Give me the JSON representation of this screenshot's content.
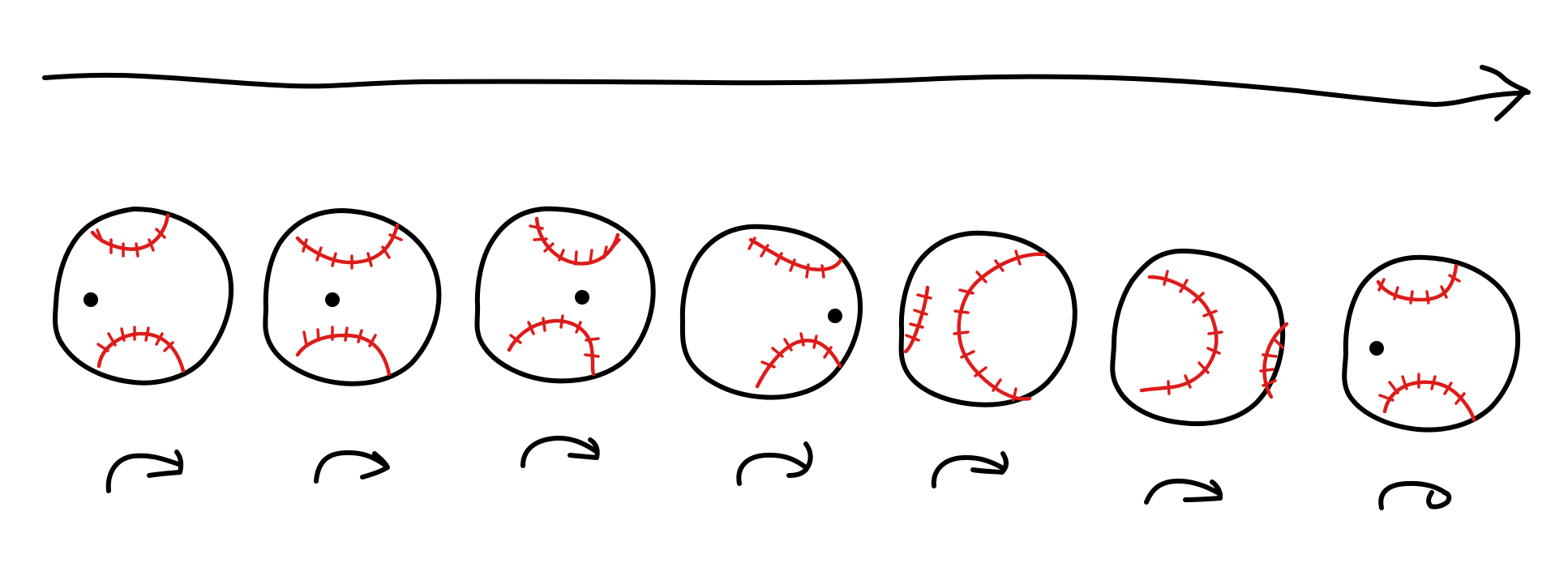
{
  "diagram": {
    "description_free": true,
    "colors": {
      "ink": "#000000",
      "seam": "#dd1c1a",
      "background": "#ffffff"
    },
    "direction_arrow": {
      "icon": "long-right-arrow-icon"
    },
    "baseballs": [
      {
        "index": 1,
        "has_dot": true,
        "spin_icon": "curved-arrow-icon"
      },
      {
        "index": 2,
        "has_dot": true,
        "spin_icon": "curved-arrow-icon"
      },
      {
        "index": 3,
        "has_dot": true,
        "spin_icon": "curved-arrow-icon"
      },
      {
        "index": 4,
        "has_dot": true,
        "spin_icon": "curved-arrow-icon"
      },
      {
        "index": 5,
        "has_dot": false,
        "spin_icon": "curved-arrow-icon"
      },
      {
        "index": 6,
        "has_dot": false,
        "spin_icon": "curved-arrow-icon"
      },
      {
        "index": 7,
        "has_dot": true,
        "spin_icon": "curved-arrow-icon"
      }
    ]
  }
}
